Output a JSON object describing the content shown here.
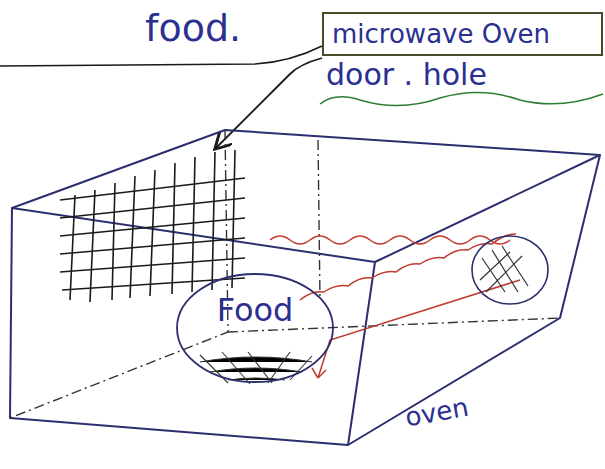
{
  "diagram": {
    "nodes": [
      {
        "text": [
          "microwave Oven"
        ]
      },
      {
        "text": [
          "Food"
        ]
      }
    ],
    "labels": [
      "food.",
      "door . hole",
      "oven"
    ]
  }
}
